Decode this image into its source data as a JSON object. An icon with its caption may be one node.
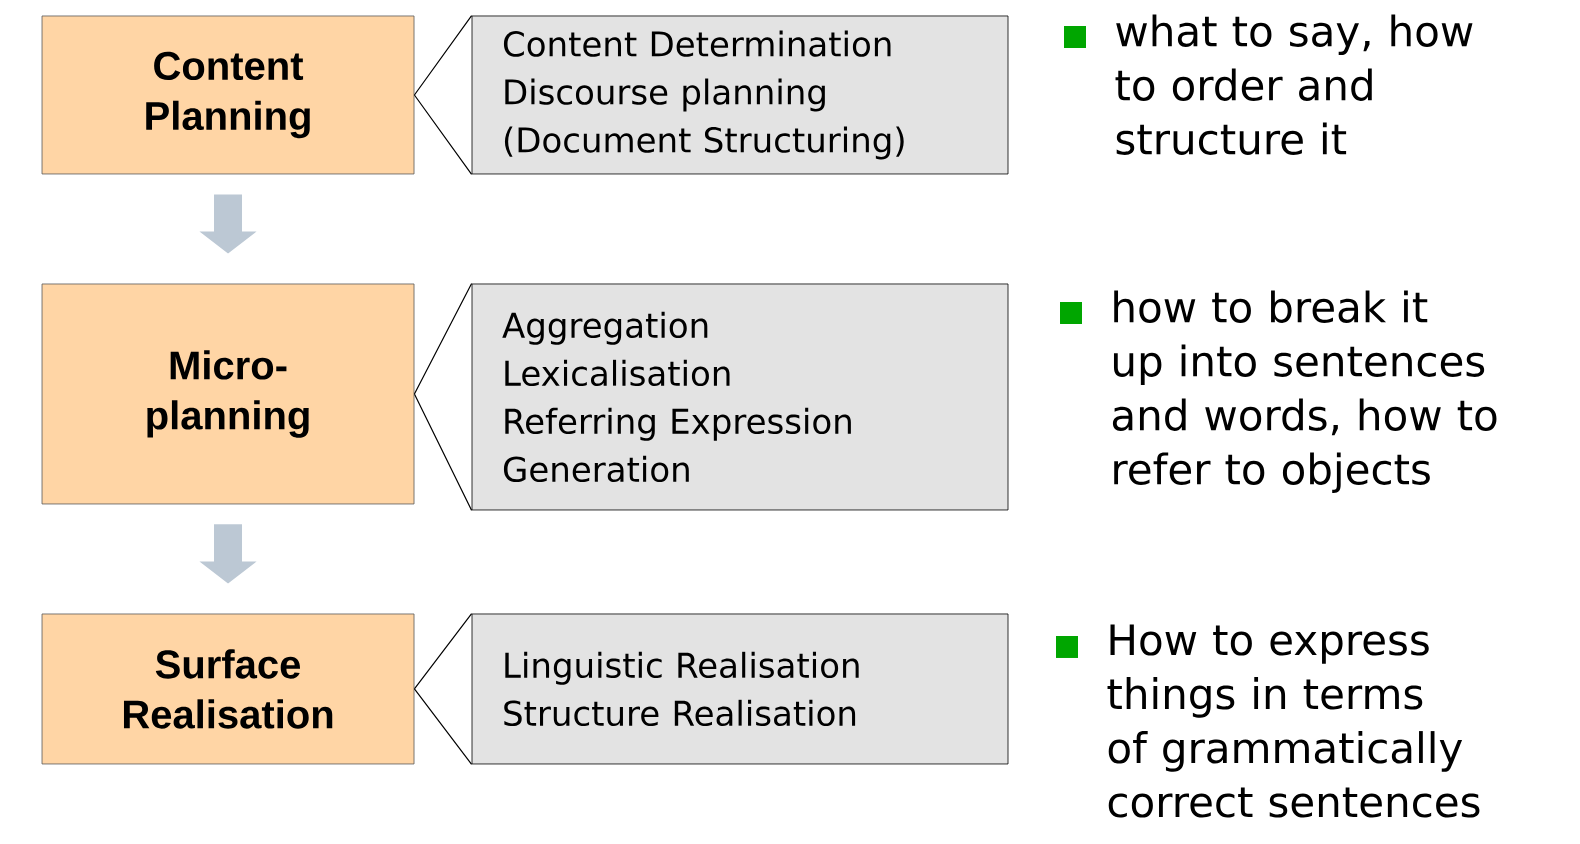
{
  "diagram": {
    "nodes": [
      {
        "text": [
          "Content Planning"
        ]
      },
      {
        "text": [
          "Content Determination",
          "Discourse planning",
          "(Document Structuring)"
        ]
      },
      {
        "text": [
          "Micro-planning"
        ]
      },
      {
        "text": [
          "Aggregation",
          "Lexicalisation",
          "Referring Expression Generation"
        ]
      },
      {
        "text": [
          "Surface Realisation"
        ]
      },
      {
        "text": [
          "Linguistic Realisation",
          "Structure Realisation"
        ]
      }
    ],
    "edges": [
      {
        "from": 0,
        "to": 1,
        "arrow": "none"
      },
      {
        "from": 0,
        "to": 2,
        "arrow": "to",
        "style": "thick",
        "color": "#bcc8d4"
      },
      {
        "from": 2,
        "to": 3,
        "arrow": "none"
      },
      {
        "from": 2,
        "to": 4,
        "arrow": "to",
        "style": "thick",
        "color": "#bcc8d4"
      },
      {
        "from": 4,
        "to": 5,
        "arrow": "none"
      }
    ],
    "labels": [
      "what to say, how to order and structure it",
      "how to break it up into sentences and words, how to refer to objects",
      "How to express things in terms of grammatically correct sentences"
    ]
  }
}
